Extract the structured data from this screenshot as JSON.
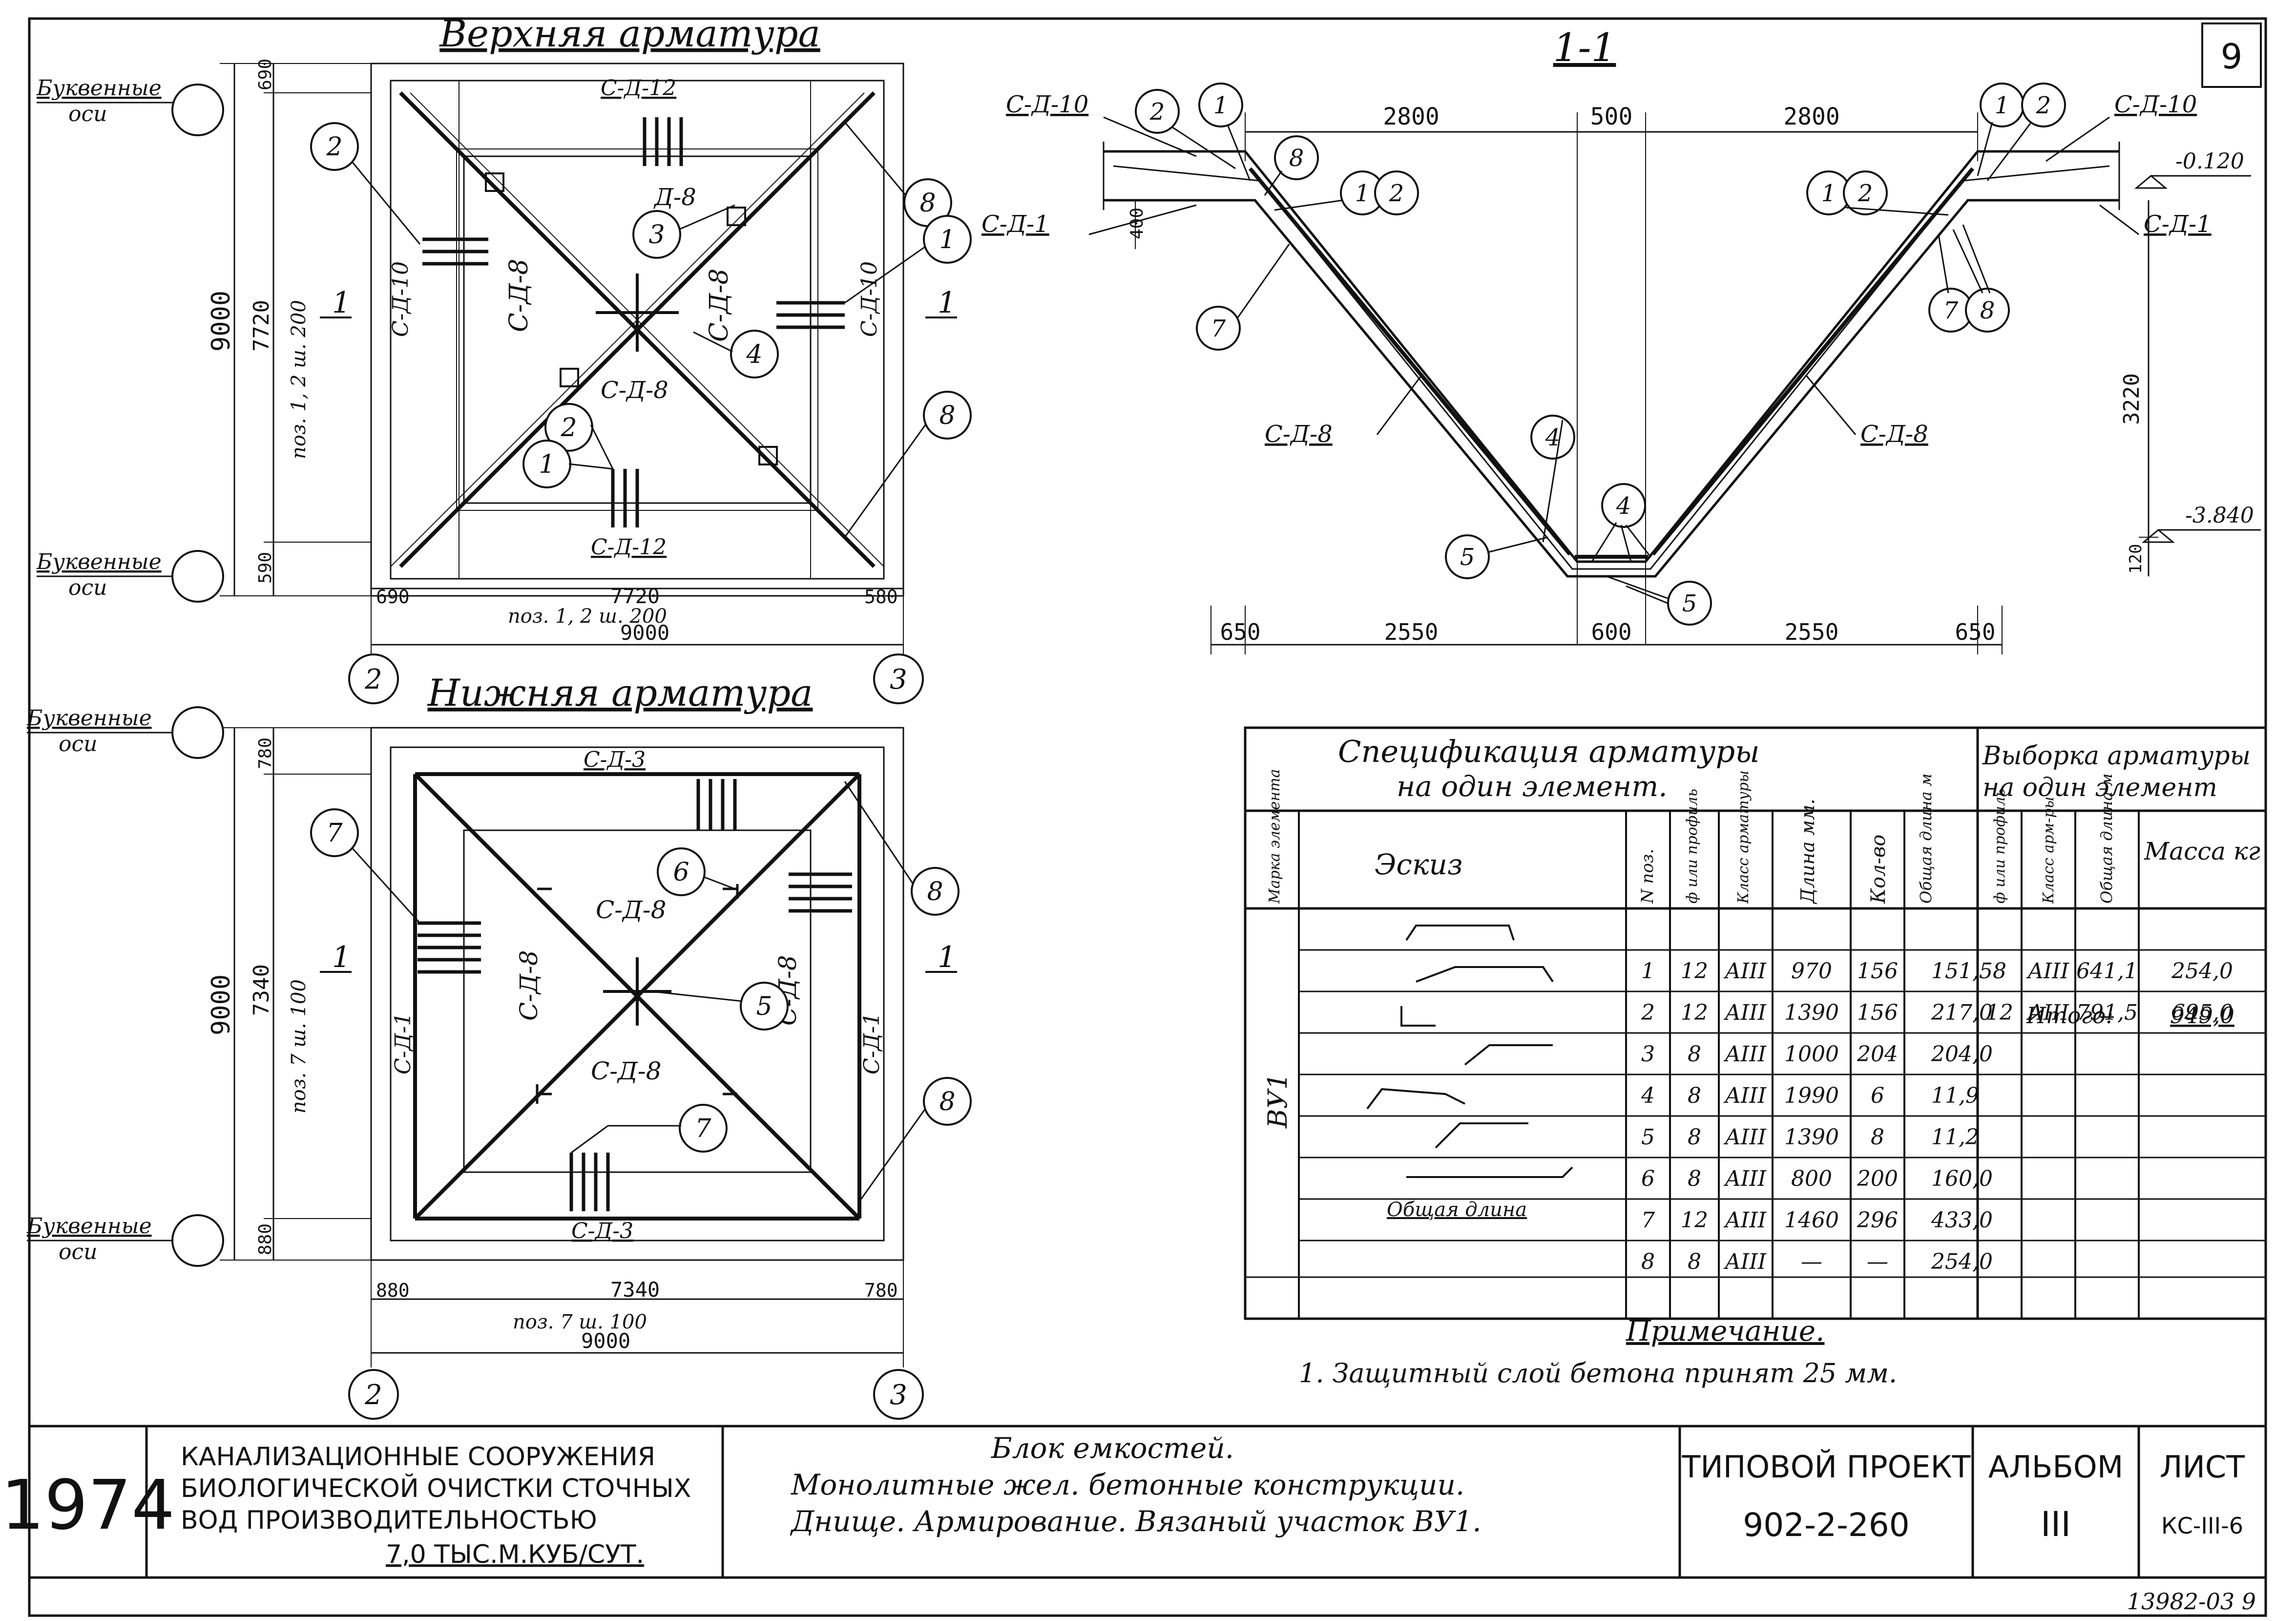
{
  "sheet_corner_number": "9",
  "axis_label": "Буквенные оси",
  "axis_label_line1": "Буквенные",
  "axis_label_line2": "оси",
  "axis_numbers": [
    "2",
    "3"
  ],
  "section_mark": "1",
  "top_plan": {
    "title": "Верхняя арматура",
    "marks": {
      "top": "С-Д-12",
      "bottom": "С-Д-12",
      "left": "С-Д-10",
      "right": "С-Д-10",
      "diag": "С-Д-8",
      "diag_n": "Д-8"
    },
    "dims": {
      "total": "9000",
      "inner": "7720",
      "edge": "690",
      "edge2": "590",
      "edge_r": "580",
      "spacing": "поз. 1, 2 ш. 200"
    },
    "callouts": [
      "1",
      "2",
      "3",
      "4",
      "8"
    ]
  },
  "bottom_plan": {
    "title": "Нижняя арматура",
    "marks": {
      "top": "С-Д-3",
      "bottom": "С-Д-3",
      "left": "С-Д-1",
      "right": "С-Д-1",
      "diag": "С-Д-8"
    },
    "dims": {
      "total": "9000",
      "inner": "7340",
      "edge_t": "780",
      "edge_b": "880",
      "edge_l": "880",
      "edge_r": "780",
      "spacing": "поз. 7 ш. 100"
    },
    "callouts": [
      "5",
      "6",
      "7",
      "8"
    ]
  },
  "section": {
    "title": "1-1",
    "dims_top": [
      "2800",
      "500",
      "2800"
    ],
    "dims_bottom": [
      "650",
      "2550",
      "600",
      "2550",
      "650"
    ],
    "height": "3220",
    "slab": "400",
    "bottom_slab": "120",
    "level_top": "-0.120",
    "level_bottom": "-3.840",
    "marks": [
      "С-Д-10",
      "С-Д-1",
      "С-Д-8",
      "С-Д-8",
      "С-Д-10",
      "С-Д-1"
    ],
    "callouts": [
      "1",
      "2",
      "4",
      "5",
      "7",
      "8"
    ]
  },
  "spec": {
    "title_line1": "Спецификация арматуры",
    "title_line2": "на один элемент.",
    "sel_title_line1": "Выборка арматуры",
    "sel_title_line2": "на один элемент",
    "headers": [
      "Марка элемента",
      "Эскиз",
      "N поз.",
      "ф или профиль",
      "Класс арматуры",
      "Длина мм.",
      "Кол-во",
      "Общая длина м"
    ],
    "sel_headers": [
      "ф или профиль",
      "Класс арм-ры",
      "Общая длина м",
      "Масса кг"
    ],
    "element_mark": "ВУ1",
    "sketch_general": "Общая длина",
    "rows": [
      [
        "1",
        "12",
        "AIII",
        "970",
        "156",
        "151,5"
      ],
      [
        "2",
        "12",
        "AIII",
        "1390",
        "156",
        "217,0"
      ],
      [
        "3",
        "8",
        "AIII",
        "1000",
        "204",
        "204,0"
      ],
      [
        "4",
        "8",
        "AIII",
        "1990",
        "6",
        "11,9"
      ],
      [
        "5",
        "8",
        "AIII",
        "1390",
        "8",
        "11,2"
      ],
      [
        "6",
        "8",
        "AIII",
        "800",
        "200",
        "160,0"
      ],
      [
        "7",
        "12",
        "AIII",
        "1460",
        "296",
        "433,0"
      ],
      [
        "8",
        "8",
        "AIII",
        "—",
        "—",
        "254,0"
      ]
    ],
    "selection": [
      [
        "8",
        "AIII",
        "641,1",
        "254,0"
      ],
      [
        "12",
        "AIII",
        "791,5",
        "695,0"
      ]
    ],
    "total_label": "Итого:",
    "total_dash": "—",
    "total_value": "949,0"
  },
  "note": {
    "title": "Примечание.",
    "text": "1. Защитный слой бетона принят 25 мм."
  },
  "title_block": {
    "year": "1974",
    "org_lines": [
      "КАНАЛИЗАЦИОННЫЕ СООРУЖЕНИЯ",
      "БИОЛОГИЧЕСКОЙ ОЧИСТКИ СТОЧНЫХ",
      "ВОД ПРОИЗВОДИТЕЛЬНОСТЬЮ",
      "7,0 ТЫС.М.КУБ/СУТ."
    ],
    "name_lines": [
      "Блок емкостей.",
      "Монолитные жел. бетонные конструкции.",
      "Днище. Армирование. Вязаный участок ВУ1."
    ],
    "project_label": "ТИПОВОЙ ПРОЕКТ",
    "project_number": "902-2-260",
    "album_label": "АЛЬБОМ",
    "album_number": "III",
    "sheet_label": "ЛИСТ",
    "sheet_number": "КС-III-6"
  },
  "footer_code": "13982-03 9"
}
